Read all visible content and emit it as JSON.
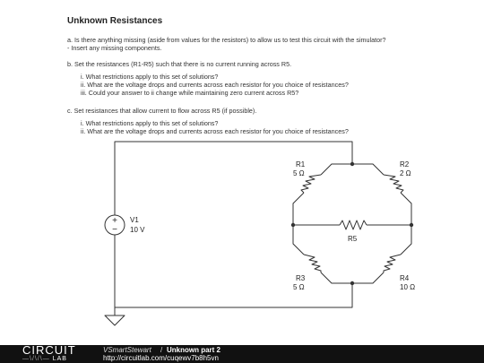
{
  "title": "Unknown Resistances",
  "questions": {
    "a_1": "a. Is there anything missing (aside from values for the resistors) to allow us to test this circuit with the simulator?",
    "a_2": " - Insert any missing components.",
    "b": "b. Set the resistances (R1-R5) such that there is no current running across R5.",
    "b_i": "i. What restrictions apply to this set of solutions?",
    "b_ii": "ii. What are the voltage drops and currents across each resistor for you choice of resistances?",
    "b_iii": "iii. Could your answer to ii change while maintaining zero current across R5?",
    "c": "c. Set resistances that allow current to flow across R5 (if possible).",
    "c_i": "i. What restrictions apply to this set of solutions?",
    "c_ii": "ii. What are the voltage drops and currents across each resistor for you choice of resistances?"
  },
  "circuit": {
    "source": {
      "name": "V1",
      "value": "10 V"
    },
    "r1": {
      "name": "R1",
      "value": "5 Ω"
    },
    "r2": {
      "name": "R2",
      "value": "2 Ω"
    },
    "r3": {
      "name": "R3",
      "value": "5 Ω"
    },
    "r4": {
      "name": "R4",
      "value": "10 Ω"
    },
    "r5": {
      "name": "R5"
    },
    "plus": "+",
    "minus": "−"
  },
  "footer": {
    "logo_top": "CIRCUIT",
    "logo_wave": "—\\/\\/\\—",
    "logo_bottom": "LAB",
    "user": "VSmartStewart",
    "separator": "/",
    "circuit_name": "Unknown part 2",
    "url": "http://circuitlab.com/cuqewv7b8h5vn"
  },
  "colors": {
    "wire": "#333333",
    "footer_bg": "#111111"
  }
}
